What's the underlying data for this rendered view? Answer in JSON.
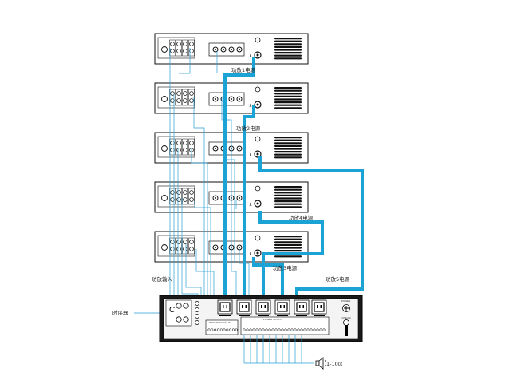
{
  "labels": {
    "power1": "功放1电源",
    "power2": "功放2电源",
    "power3": "功放3电源",
    "power4": "功放4电源",
    "power5": "功放5电源",
    "amp_input": "功放输入",
    "sequencer": "时序器",
    "zones": "1-10区"
  },
  "sequencer_panel": {
    "left_section": "PROGRAM IN/OUT",
    "right_section": "POWER OUTPUT",
    "power_knob": "POWER",
    "fuse": "FUSE/AC"
  },
  "colors": {
    "power_cable": "#1aa3d4",
    "signal_wire": "#2a9fd6",
    "device_outline": "#111111",
    "sequencer_body": "#1a1a1a"
  },
  "icons": {
    "speaker": "speaker-icon",
    "vent": "vent-grille-icon",
    "power_socket": "power-socket-icon"
  }
}
